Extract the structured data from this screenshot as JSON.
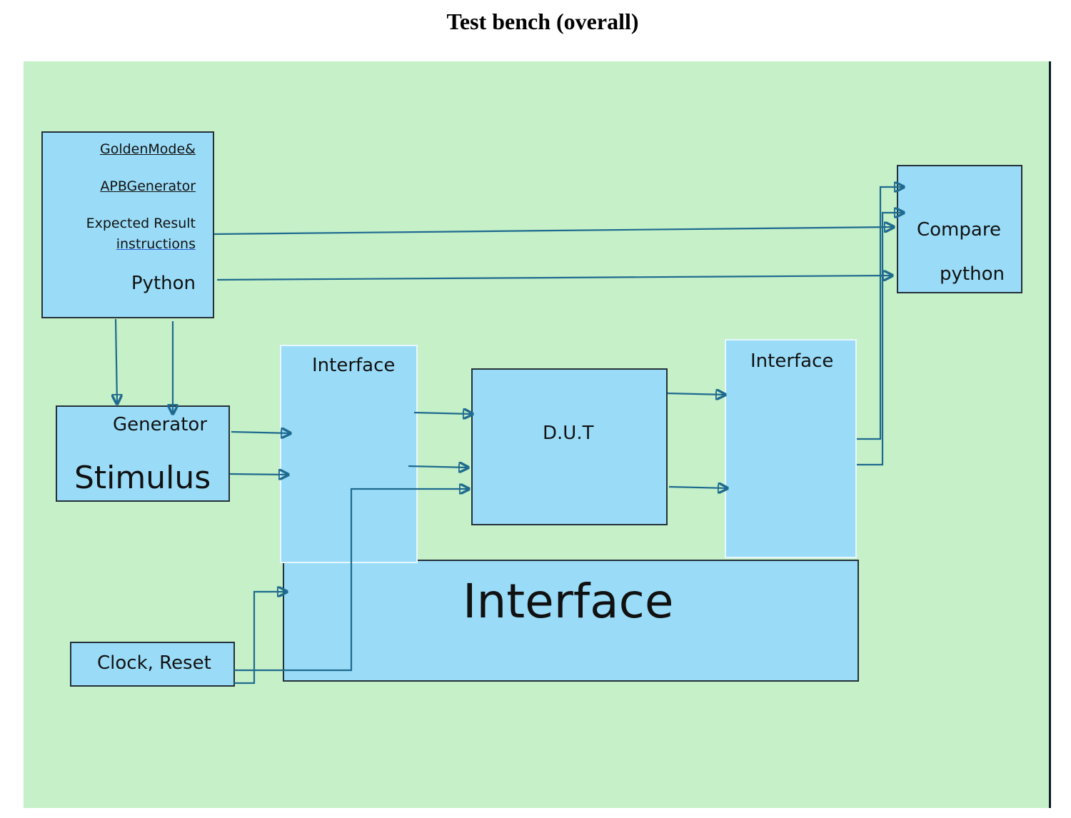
{
  "title": "Test bench (overall)",
  "colors": {
    "background": "#c5f0c8",
    "block_fill": "#9adcf8",
    "block_border": "#24303a",
    "arrow": "#1f6a8f"
  },
  "blocks": {
    "golden_model": {
      "line1": "GoldenMode&",
      "line2": "APBGenerator",
      "line3": "Expected Result",
      "line4": "instructions",
      "line5": "Python"
    },
    "compare": {
      "line1": "Compare",
      "line2": "python"
    },
    "stimulus": {
      "line1": "Generator",
      "line2": "Stimulus"
    },
    "interface_left": {
      "label": "Interface"
    },
    "dut": {
      "label": "D.U.T"
    },
    "interface_right": {
      "label": "Interface"
    },
    "interface_bottom": {
      "label": "Interface"
    },
    "clock_reset": {
      "label": "Clock, Reset"
    }
  }
}
